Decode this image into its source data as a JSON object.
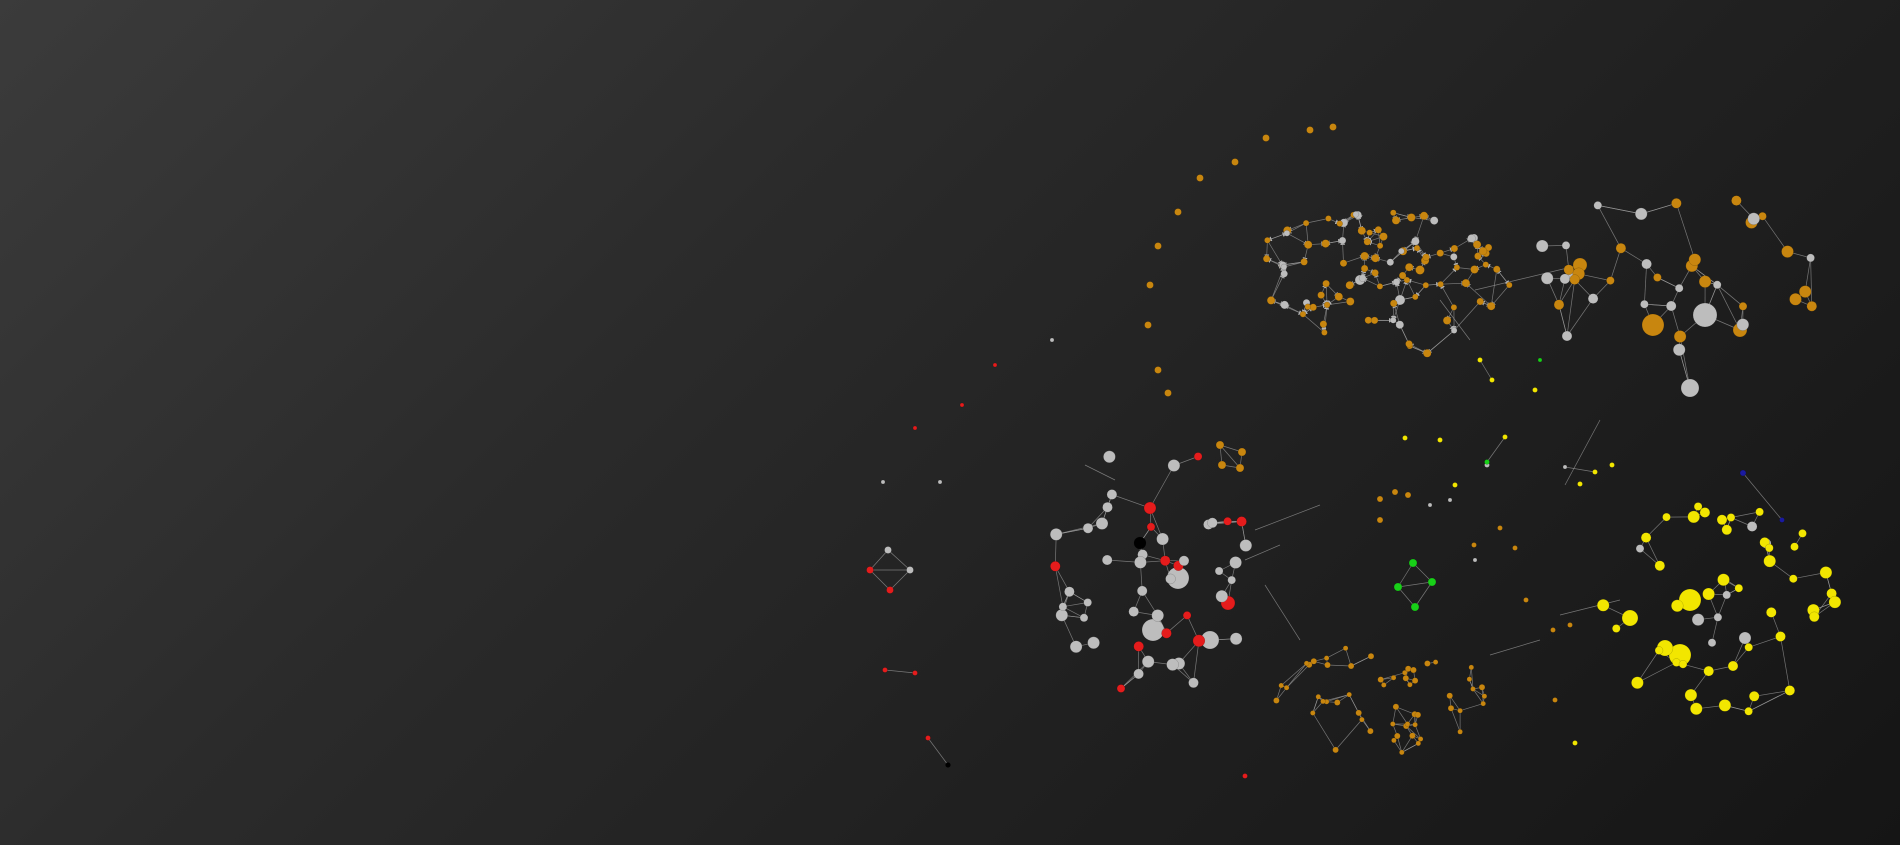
{
  "colors": {
    "background_top_left": "#3b3b3b",
    "background_bottom_right": "#151515",
    "edge": "#a8a8a8",
    "node_orange": "#c8860f",
    "node_gray": "#bdbdbd",
    "node_red": "#e51c1c",
    "node_yellow": "#f2e600",
    "node_green": "#18d018",
    "node_black": "#000000",
    "node_blue": "#1a1aa0"
  },
  "clusters": [
    {
      "id": "cluster-orange-dense",
      "node_color": "orange",
      "secondary_color": "gray",
      "directed_edges": true
    },
    {
      "id": "cluster-mixed-orange-gray",
      "node_color": "gray",
      "secondary_color": "orange"
    },
    {
      "id": "cluster-gray-red",
      "node_color": "gray",
      "secondary_color": "red"
    },
    {
      "id": "cluster-orange-small-nodes",
      "node_color": "orange"
    },
    {
      "id": "cluster-yellow",
      "node_color": "yellow"
    },
    {
      "id": "cluster-green",
      "node_color": "green"
    },
    {
      "id": "arc-orange-isolates",
      "node_color": "orange"
    },
    {
      "id": "scattered-isolates",
      "node_color": "mixed"
    }
  ]
}
